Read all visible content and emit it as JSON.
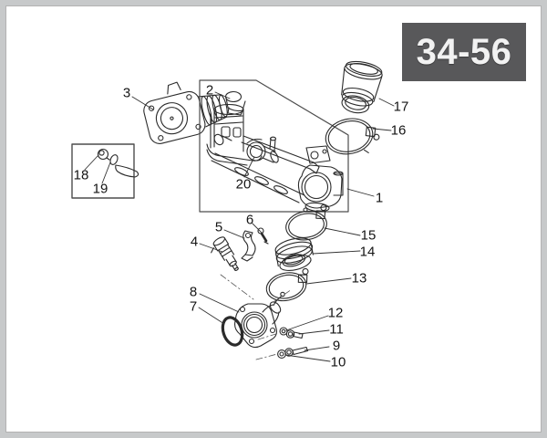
{
  "badge": {
    "label": "34-56"
  },
  "colors": {
    "badge_background": "#58585a",
    "badge_text": "#f2f2f2",
    "page_background": "#ffffff",
    "page_frame": "#c7c9ca",
    "drawing_line": "#2b2b2b"
  },
  "callouts": {
    "c1": "1",
    "c2": "2",
    "c3": "3",
    "c4": "4",
    "c5": "5",
    "c6": "6",
    "c7": "7",
    "c8": "8",
    "c9": "9",
    "c10": "10",
    "c11": "11",
    "c12": "12",
    "c13": "13",
    "c14": "14",
    "c15": "15",
    "c16": "16",
    "c17": "17",
    "c18": "18",
    "c19": "19",
    "c20": "20"
  }
}
